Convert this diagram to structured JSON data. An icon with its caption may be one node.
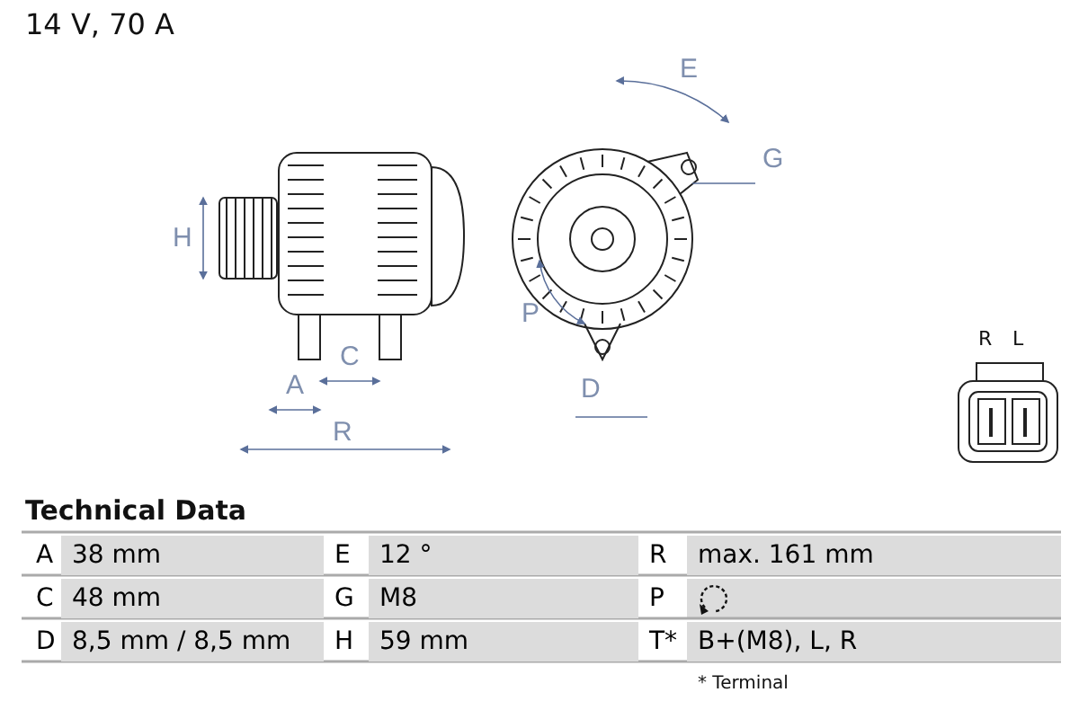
{
  "diagram": {
    "title": "14 V, 70 A",
    "labels": [
      "E",
      "G",
      "H",
      "P",
      "C",
      "A",
      "D",
      "R",
      "R",
      "L",
      "Technical Data",
      "A",
      "38 mm",
      "E",
      "12 °",
      "R",
      "max. 161 mm",
      "C",
      "48 mm",
      "G",
      "M8",
      "P",
      "D",
      "8,5 mm / 8,5 mm",
      "H",
      "59 mm",
      "T*",
      "B+(M8), L, R",
      "* Terminal"
    ]
  }
}
